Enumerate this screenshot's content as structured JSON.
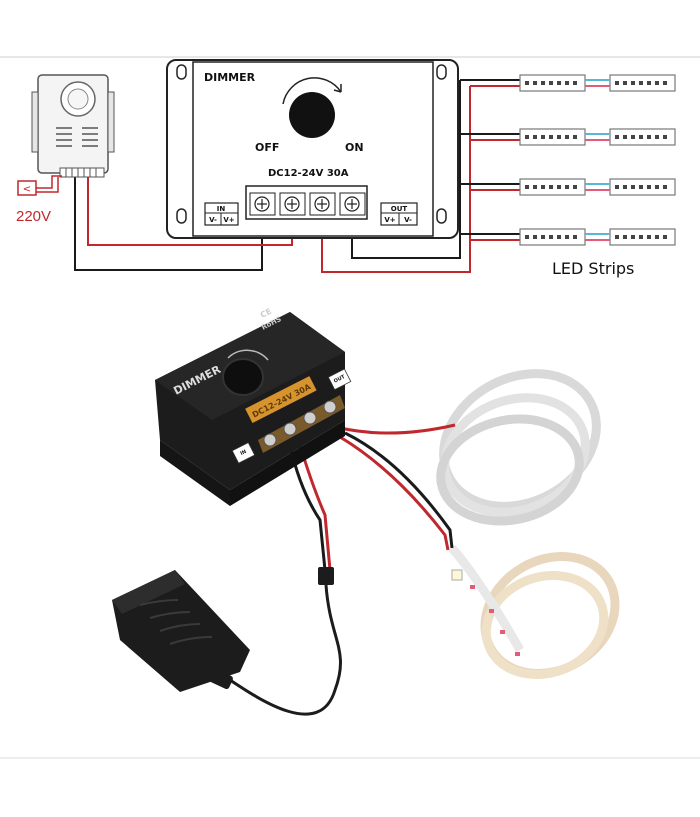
{
  "colors": {
    "wire_red": "#c0282d",
    "wire_black": "#1a1a1a",
    "led_pink": "#e35b78",
    "led_blue": "#58b7d6",
    "device_black": "#1c1c1c",
    "label_amber": "#d8942c",
    "divider": "#c8c8c8"
  },
  "schematic": {
    "power_source": {
      "icon": "power-outlet-icon",
      "voltage_label": "220V"
    },
    "dimmer": {
      "title": "DIMMER",
      "off_label": "OFF",
      "on_label": "ON",
      "rating": "DC12-24V 30A",
      "in_label": "IN",
      "in_neg": "V-",
      "in_pos": "V+",
      "out_label": "OUT",
      "out_pos": "V+",
      "out_neg": "V-"
    },
    "led_strips": {
      "label": "LED Strips",
      "count": 4
    }
  },
  "photo": {
    "dimmer_title": "DIMMER",
    "rating": "DC12-24V 30A",
    "ce_mark": "CE",
    "rohs_mark": "RoHS",
    "out_label": "OUT",
    "in_label": "IN"
  }
}
